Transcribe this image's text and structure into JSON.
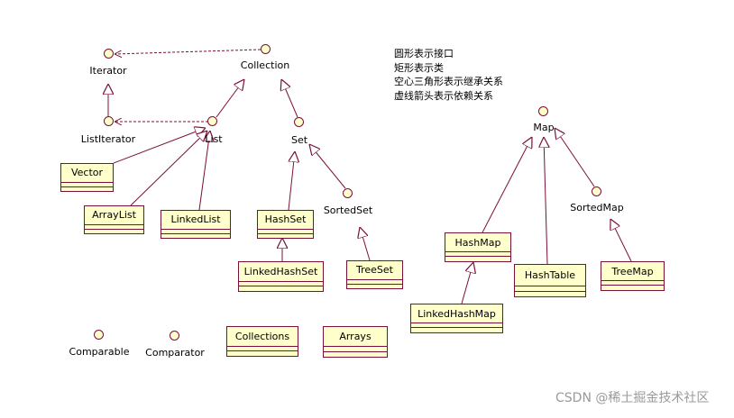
{
  "legend": [
    "圆形表示接口",
    "矩形表示类",
    "空心三角形表示继承关系",
    "虚线箭头表示依赖关系"
  ],
  "interfaces": {
    "iterator": "Iterator",
    "collection": "Collection",
    "list_iterator": "ListIterator",
    "list": "List",
    "set": "Set",
    "sorted_set": "SortedSet",
    "map": "Map",
    "sorted_map": "SortedMap",
    "comparable": "Comparable",
    "comparator": "Comparator"
  },
  "classes": {
    "vector": "Vector",
    "array_list": "ArrayList",
    "linked_list": "LinkedList",
    "hash_set": "HashSet",
    "linked_hash_set": "LinkedHashSet",
    "tree_set": "TreeSet",
    "hash_map": "HashMap",
    "linked_hash_map": "LinkedHashMap",
    "hash_table": "HashTable",
    "tree_map": "TreeMap",
    "collections": "Collections",
    "arrays": "Arrays"
  },
  "colors": {
    "line": "#7a0f3c",
    "fill": "#ffffcc"
  },
  "watermark": "CSDN @稀土掘金技术社区"
}
